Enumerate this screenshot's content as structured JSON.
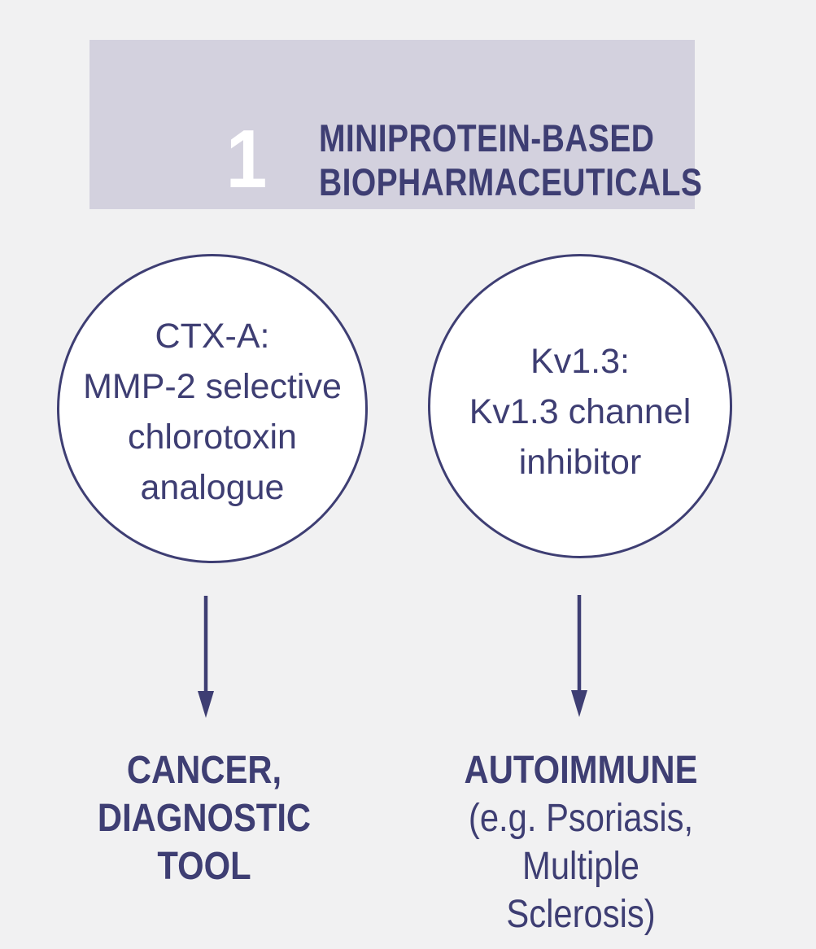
{
  "palette": {
    "background": "#f1f1f2",
    "panel": "#d3d1de",
    "ink": "#3e3e73",
    "circle_fill": "#ffffff",
    "number_color": "#ffffff"
  },
  "header": {
    "number": "1",
    "title_lines": [
      "MINIPROTEIN-BASED",
      "BIOPHARMACEUTICALS"
    ]
  },
  "branches": [
    {
      "id": "ctx-a",
      "circle_lines": [
        "CTX-A:",
        "MMP-2 selective",
        "chlorotoxin",
        "analogue"
      ],
      "outcome_lines": [
        "CANCER,",
        "DIAGNOSTIC",
        "TOOL"
      ]
    },
    {
      "id": "kv1-3",
      "circle_lines": [
        "Kv1.3:",
        "Kv1.3 channel",
        "inhibitor"
      ],
      "outcome_lines": [
        "AUTOIMMUNE",
        "(e.g. Psoriasis,",
        "Multiple",
        "Sclerosis)"
      ]
    }
  ]
}
